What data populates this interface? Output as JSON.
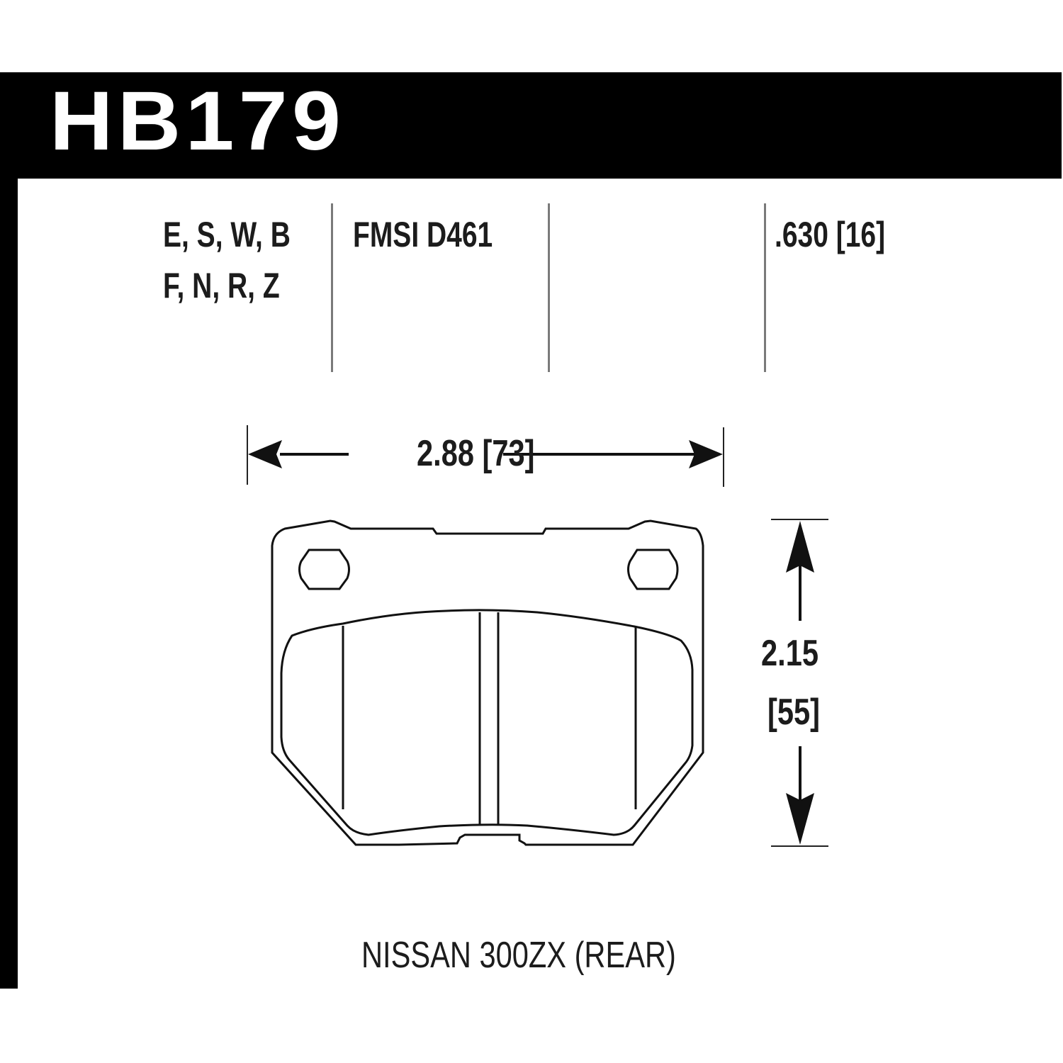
{
  "header": {
    "part_number": "HB179",
    "background_color": "#000000",
    "text_color": "#ffffff"
  },
  "specs": {
    "compounds_line1": "E, S, W, B",
    "compounds_line2": "F, N, R, Z",
    "fmsi": "FMSI D461",
    "thickness": ".630 [16]"
  },
  "dimensions": {
    "width_label": "2.88 [73]",
    "width_in": 2.88,
    "width_mm": 73,
    "height_label_in": "2.15",
    "height_label_mm": "[55]",
    "height_in": 2.15,
    "height_mm": 55
  },
  "application": {
    "label": "NISSAN 300ZX (REAR)"
  },
  "icons": {
    "width-arrow-left": "filled triangle arrowhead",
    "width-arrow-right": "filled triangle arrowhead",
    "height-arrow-up": "filled triangle arrowhead",
    "height-arrow-down": "filled triangle arrowhead"
  }
}
